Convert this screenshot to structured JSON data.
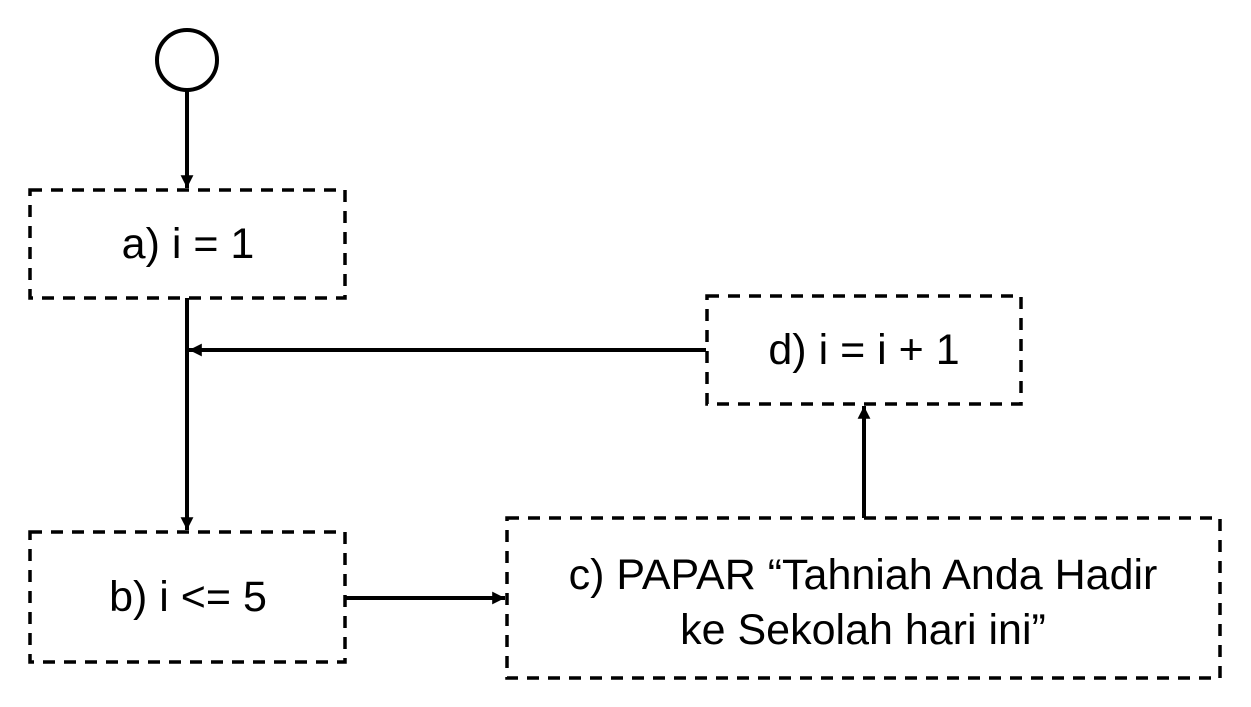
{
  "diagram": {
    "nodes": {
      "a": {
        "label": "a) i = 1"
      },
      "b": {
        "label": "b) i <= 5"
      },
      "c": {
        "lines": [
          "c) PAPAR “Tahniah Anda Hadir",
          "ke Sekolah hari ini”"
        ]
      },
      "d": {
        "label": "d) i = i + 1"
      }
    }
  }
}
